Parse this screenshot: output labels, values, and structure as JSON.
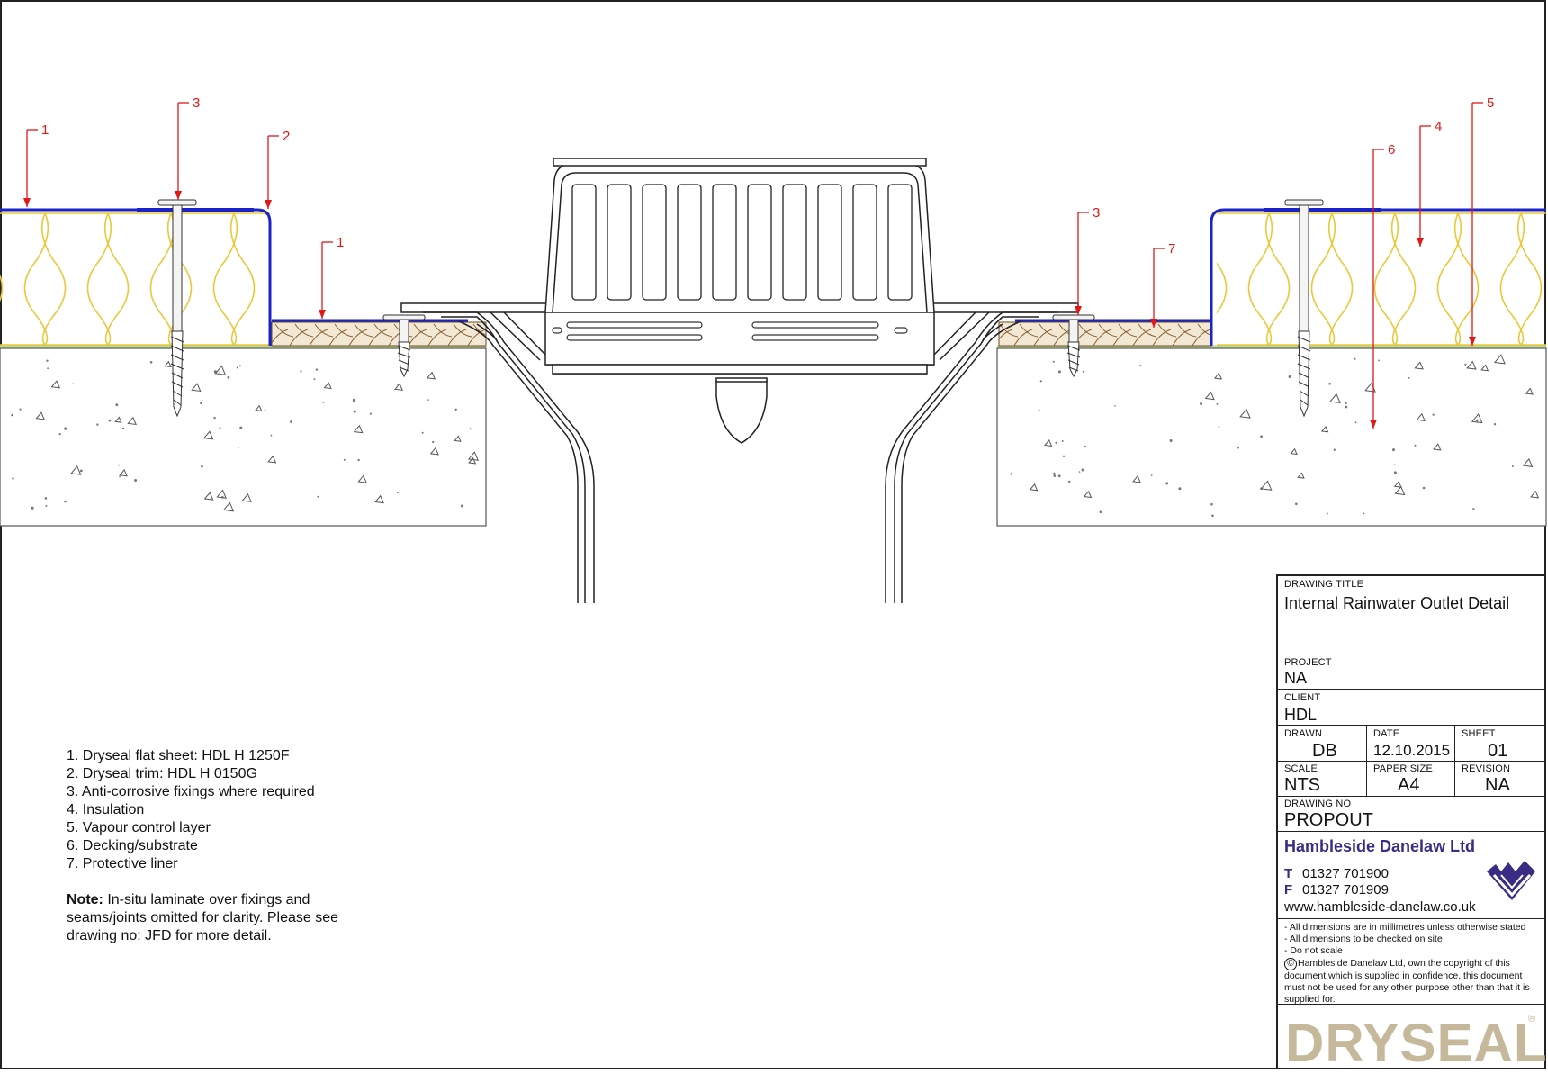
{
  "callouts": [
    "1",
    "3",
    "2",
    "1",
    "6",
    "4",
    "5",
    "3",
    "7"
  ],
  "legend": [
    "1. Dryseal flat sheet: HDL H 1250F",
    "2. Dryseal trim: HDL H 0150G",
    "3. Anti-corrosive fixings where required",
    "4. Insulation",
    "5. Vapour control layer",
    "6. Decking/substrate",
    "7. Protective liner"
  ],
  "note": {
    "label": "Note:",
    "text": " In-situ laminate over fixings and seams/joints omitted for clarity. Please see drawing no: JFD for more detail."
  },
  "title_block": {
    "drawing_title_label": "DRAWING TITLE",
    "drawing_title": "Internal Rainwater Outlet Detail",
    "project_label": "PROJECT",
    "project": "NA",
    "client_label": "CLIENT",
    "client": "HDL",
    "drawn_label": "DRAWN",
    "drawn": "DB",
    "date_label": "DATE",
    "date": "12.10.2015",
    "sheet_label": "SHEET",
    "sheet": "01",
    "scale_label": "SCALE",
    "scale": "NTS",
    "paper_label": "PAPER SIZE",
    "paper": "A4",
    "revision_label": "REVISION",
    "revision": "NA",
    "drawing_no_label": "DRAWING NO",
    "drawing_no": "PROPOUT",
    "company": "Hambleside Danelaw Ltd",
    "tel_label": "T",
    "tel": "01327 701900",
    "fax_label": "F",
    "fax": "01327 701909",
    "web": "www.hambleside-danelaw.co.uk",
    "notes": [
      "- All dimensions are in millimetres unless otherwise stated",
      "- All dimensions to be checked on site",
      "- Do not scale"
    ],
    "copyright": "Hambleside Danelaw Ltd, own the copyright of this document which is supplied in confidence, this document must not be used for any other purpose other than that it is supplied for.",
    "copyright_symbol": "©",
    "logo": "DRYSEAL",
    "registered": "®"
  },
  "colors": {
    "membrane": "#1a22c8",
    "insulation": "#e8c93a",
    "callout": "#e01818",
    "timber": "#a8845a",
    "brand": "#3a2b84"
  }
}
